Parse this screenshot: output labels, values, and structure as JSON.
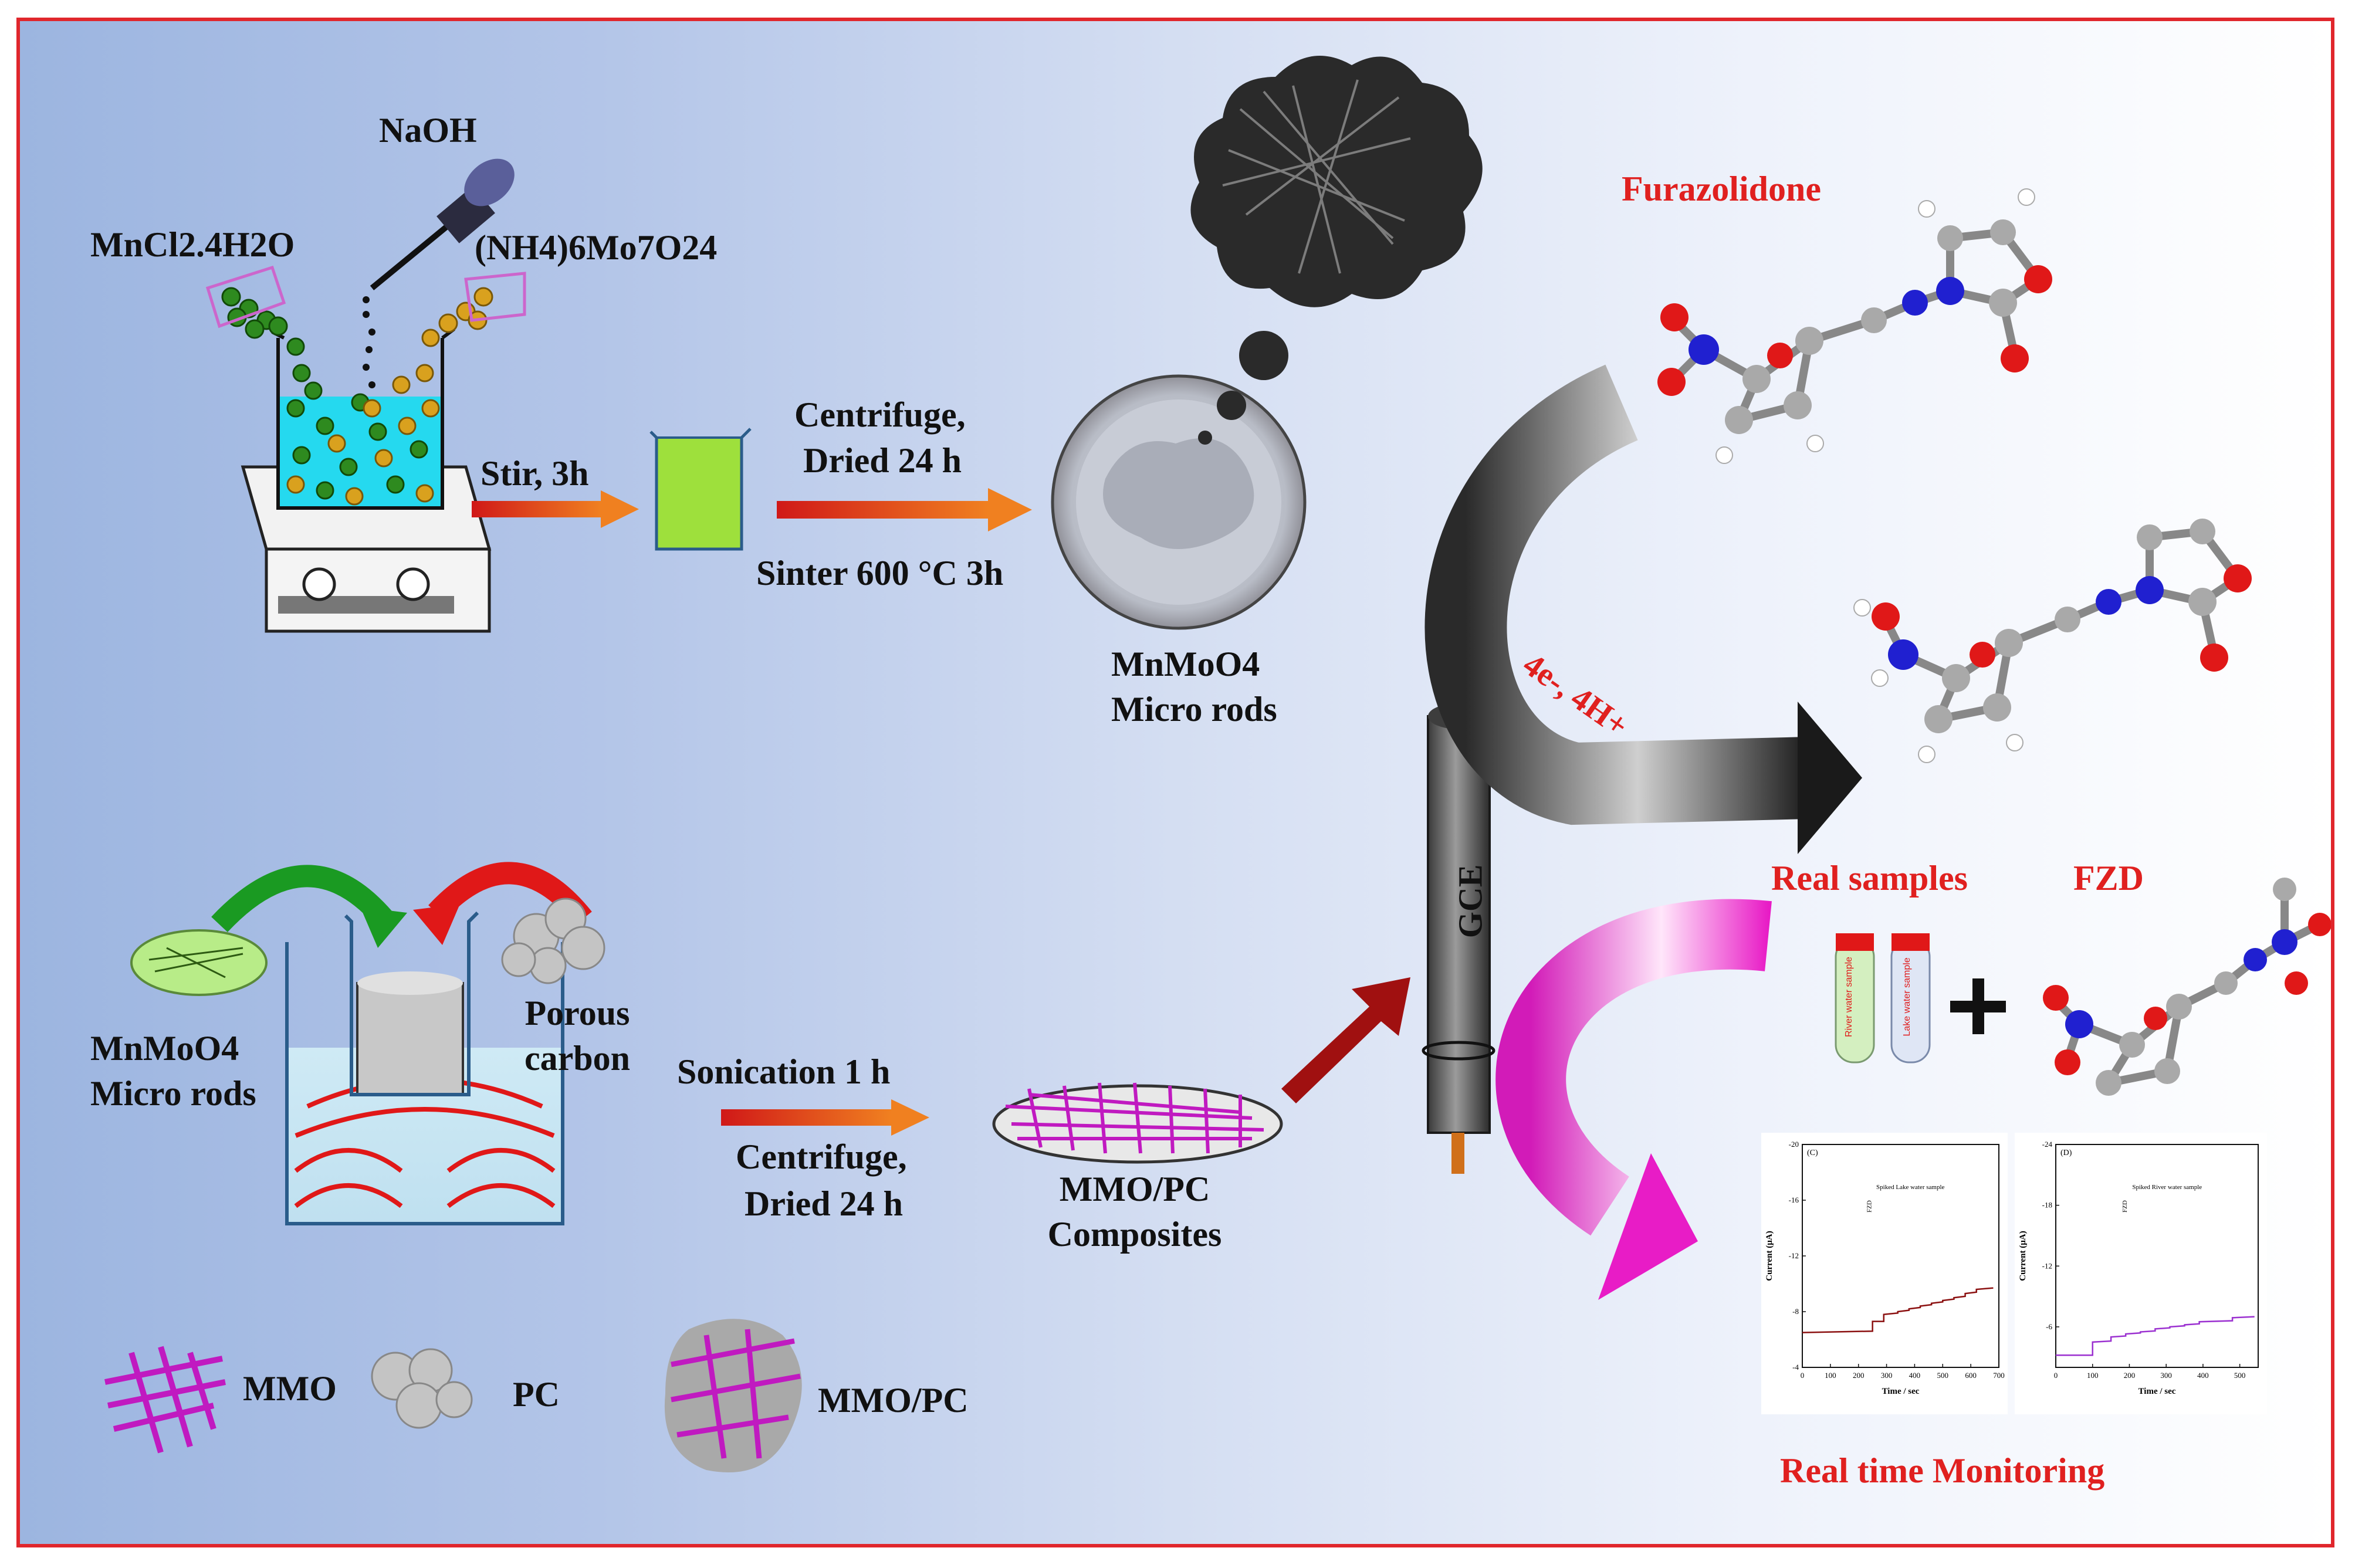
{
  "synthesis": {
    "reagent_naoh": "NaOH",
    "reagent_mncl2": "MnCl2.4H2O",
    "reagent_ammonium_molybdate": "(NH4)6Mo7O24",
    "step_stir": "Stir, 3h",
    "step_centrifuge": "Centrifuge,",
    "step_dried": "Dried 24 h",
    "step_sinter": "Sinter 600 °C 3h",
    "product_line1": "MnMoO4",
    "product_line2": "Micro rods"
  },
  "composite": {
    "mnmoo4_line1": "MnMoO4",
    "mnmoo4_line2": "Micro rods",
    "porous_line1": "Porous",
    "porous_line2": "carbon",
    "step_sonication": "Sonication 1 h",
    "step_centrifuge": "Centrifuge,",
    "step_dried": "Dried 24 h",
    "product_line1": "MMO/PC",
    "product_line2": "Composites"
  },
  "legend": {
    "mmo": "MMO",
    "pc": "PC",
    "mmo_pc": "MMO/PC"
  },
  "electrode": {
    "label": "GCE",
    "reaction": "4e-, 4H+"
  },
  "detection": {
    "furazolidone": "Furazolidone",
    "real_samples": "Real samples",
    "fzd": "FZD",
    "river_tube": "River water sample",
    "lake_tube": "Lake water sample",
    "monitoring": "Real time Monitoring"
  },
  "chart_data": [
    {
      "type": "line",
      "panel": "(C)",
      "xlabel": "Time / sec",
      "ylabel": "Current (µA)",
      "x_ticks": [
        "0",
        "100",
        "200",
        "300",
        "400",
        "500",
        "600",
        "700"
      ],
      "y_ticks": [
        "-20",
        "-16",
        "-12",
        "-8",
        "-4"
      ],
      "annotation": "Spiked Lake water sample",
      "marker_label": "FZD",
      "color": "#8b1010",
      "series": [
        {
          "values": [
            [
              0,
              -6.5
            ],
            [
              250,
              -6.6
            ],
            [
              250,
              -7.3
            ],
            [
              290,
              -7.3
            ],
            [
              290,
              -7.8
            ],
            [
              340,
              -7.9
            ],
            [
              340,
              -8.0
            ],
            [
              380,
              -8.1
            ],
            [
              380,
              -8.2
            ],
            [
              420,
              -8.3
            ],
            [
              420,
              -8.4
            ],
            [
              460,
              -8.5
            ],
            [
              460,
              -8.6
            ],
            [
              500,
              -8.7
            ],
            [
              500,
              -8.8
            ],
            [
              540,
              -8.9
            ],
            [
              540,
              -9.0
            ],
            [
              580,
              -9.1
            ],
            [
              580,
              -9.3
            ],
            [
              620,
              -9.4
            ],
            [
              620,
              -9.6
            ],
            [
              680,
              -9.7
            ]
          ]
        }
      ]
    },
    {
      "type": "line",
      "panel": "(D)",
      "xlabel": "Time / sec",
      "ylabel": "Current (µA)",
      "x_ticks": [
        "0",
        "100",
        "200",
        "300",
        "400",
        "500"
      ],
      "y_ticks": [
        "-24",
        "-18",
        "-12",
        "-6"
      ],
      "annotation": "Spiked River water sample",
      "marker_label": "FZD",
      "color": "#9b30d0",
      "series": [
        {
          "values": [
            [
              0,
              -3.2
            ],
            [
              100,
              -3.2
            ],
            [
              100,
              -4.5
            ],
            [
              150,
              -4.6
            ],
            [
              150,
              -5.0
            ],
            [
              190,
              -5.1
            ],
            [
              190,
              -5.3
            ],
            [
              230,
              -5.4
            ],
            [
              230,
              -5.5
            ],
            [
              270,
              -5.6
            ],
            [
              270,
              -5.8
            ],
            [
              310,
              -5.9
            ],
            [
              310,
              -6.0
            ],
            [
              350,
              -6.1
            ],
            [
              350,
              -6.2
            ],
            [
              390,
              -6.3
            ],
            [
              390,
              -6.5
            ],
            [
              480,
              -6.6
            ],
            [
              480,
              -6.9
            ],
            [
              540,
              -7.0
            ]
          ]
        }
      ]
    }
  ]
}
